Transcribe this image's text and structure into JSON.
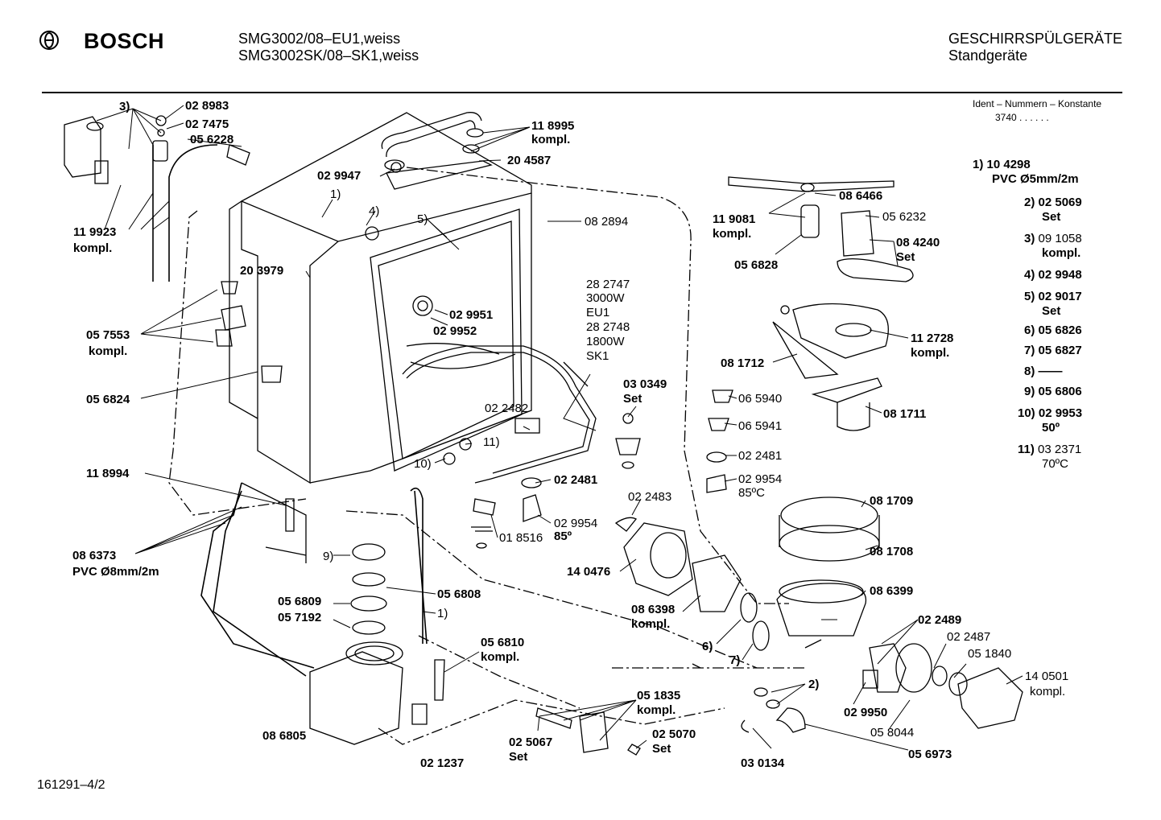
{
  "header": {
    "brand": "BOSCH",
    "model_line1": "SMG3002/08–EU1,weiss",
    "model_line2": "SMG3002SK/08–SK1,weiss",
    "category_line1": "GESCHIRRSPÜLGERÄTE",
    "category_line2": "Standgeräte",
    "ident_title": "Ident – Nummern – Konstante",
    "ident_value": "3740 .  .  .  .  .  ."
  },
  "footer": {
    "doc_number": "161291–4/2"
  },
  "legend": [
    {
      "key": "1)",
      "l1": "10 4298",
      "l2": "PVC Ø5mm/2m"
    },
    {
      "key": "2)",
      "l1": "02 5069",
      "l2": "Set"
    },
    {
      "key": "3)",
      "l1": "09 1058",
      "l2": "kompl."
    },
    {
      "key": "4)",
      "l1": "02 9948",
      "l2": ""
    },
    {
      "key": "5)",
      "l1": "02 9017",
      "l2": "Set"
    },
    {
      "key": "6)",
      "l1": "05 6826",
      "l2": ""
    },
    {
      "key": "7)",
      "l1": "05 6827",
      "l2": ""
    },
    {
      "key": "8)",
      "l1": "——",
      "l2": ""
    },
    {
      "key": "9)",
      "l1": "05 6806",
      "l2": ""
    },
    {
      "key": "10)",
      "l1": "02 9953",
      "l2": "50º"
    },
    {
      "key": "11)",
      "l1": "03 2371",
      "l2": "70ºC"
    }
  ],
  "labels": {
    "p028983": "02 8983",
    "p027475": "02 7475",
    "p056228": "05 6228",
    "p3": "3)",
    "p119923": "11 9923",
    "kompl": "kompl.",
    "p118995": "11 8995",
    "p204587": "20 4587",
    "p029947": "02 9947",
    "p1": "1)",
    "p4": "4)",
    "p5": "5)",
    "p082894": "08 2894",
    "p203979": "20 3979",
    "p282747": "28 2747",
    "w3000": "3000W",
    "eu1": "EU1",
    "p282748": "28 2748",
    "w1800": "1800W",
    "sk1": "SK1",
    "p029951": "02 9951",
    "p029952": "02 9952",
    "p057553": "05 7553",
    "p056824": "05 6824",
    "p030349": "03 0349",
    "set": "Set",
    "p022482": "02 2482",
    "p10": "10)",
    "p11": "11)",
    "p118994": "11 8994",
    "p022481": "02 2481",
    "p029954": "02 9954",
    "d85": "85º",
    "p018516": "01 8516",
    "p086373": "08 6373",
    "pvc8": "PVC Ø8mm/2m",
    "p9": "9)",
    "p056809": "05 6809",
    "p057192": "05 7192",
    "p056808": "05 6808",
    "p056810": "05 6810",
    "p086805": "08 6805",
    "p021237": "02 1237",
    "p051835": "05 1835",
    "p025067": "02 5067",
    "p025070": "02 5070",
    "p022483": "02 2483",
    "p140476": "14 0476",
    "p086398": "08 6398",
    "p6": "6)",
    "p7": "7)",
    "p086466": "08 6466",
    "p119081": "11 9081",
    "p056828": "05 6828",
    "p056232": "05 6232",
    "p084240": "08 4240",
    "p112728": "11 2728",
    "p081712": "08 1712",
    "p081711": "08 1711",
    "p065940": "06 5940",
    "p065941": "06 5941",
    "d85c": "85ºC",
    "p081709": "08 1709",
    "p081708": "08 1708",
    "p086399": "08 6399",
    "p022489": "02 2489",
    "p022487": "02 2487",
    "p051840": "05 1840",
    "p140501": "14 0501",
    "p2": "2)",
    "p029950": "02 9950",
    "p058044": "05 8044",
    "p030134": "03 0134",
    "p056973": "05 6973"
  }
}
